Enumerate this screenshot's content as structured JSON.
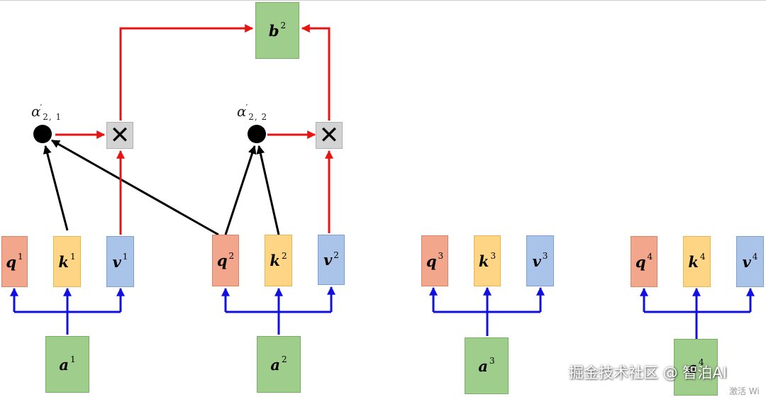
{
  "nodes": {
    "q1": {
      "base": "q",
      "sup": "1"
    },
    "k1": {
      "base": "k",
      "sup": "1"
    },
    "v1": {
      "base": "v",
      "sup": "1"
    },
    "q2": {
      "base": "q",
      "sup": "2"
    },
    "k2": {
      "base": "k",
      "sup": "2"
    },
    "v2": {
      "base": "v",
      "sup": "2"
    },
    "q3": {
      "base": "q",
      "sup": "3"
    },
    "k3": {
      "base": "k",
      "sup": "3"
    },
    "v3": {
      "base": "v",
      "sup": "3"
    },
    "q4": {
      "base": "q",
      "sup": "4"
    },
    "k4": {
      "base": "k",
      "sup": "4"
    },
    "v4": {
      "base": "v",
      "sup": "4"
    },
    "a1": {
      "base": "a",
      "sup": "1"
    },
    "a2": {
      "base": "a",
      "sup": "2"
    },
    "a3": {
      "base": "a",
      "sup": "3"
    },
    "a4": {
      "base": "a",
      "sup": "4"
    },
    "b2": {
      "base": "b",
      "sup": "2"
    }
  },
  "attention": {
    "alpha21": {
      "symbol": "α",
      "prime": "′",
      "sub": "2, 1"
    },
    "alpha22": {
      "symbol": "α",
      "prime": "′",
      "sub": "2, 2"
    }
  },
  "operators": {
    "multiply": "✕"
  },
  "colors": {
    "query": "#f2a68c",
    "key": "#fed585",
    "value": "#a9c4e8",
    "input": "#9fcd8c",
    "output": "#9fcd8c",
    "projection_arrows": "#1010e0",
    "weighted_sum_arrows": "#e81414",
    "score_arrows": "#000000",
    "multiply_box": "#d3d3d3"
  },
  "watermark": {
    "text": "掘金技术社区 @ 智泊AI",
    "corner": "激活 Wi"
  }
}
